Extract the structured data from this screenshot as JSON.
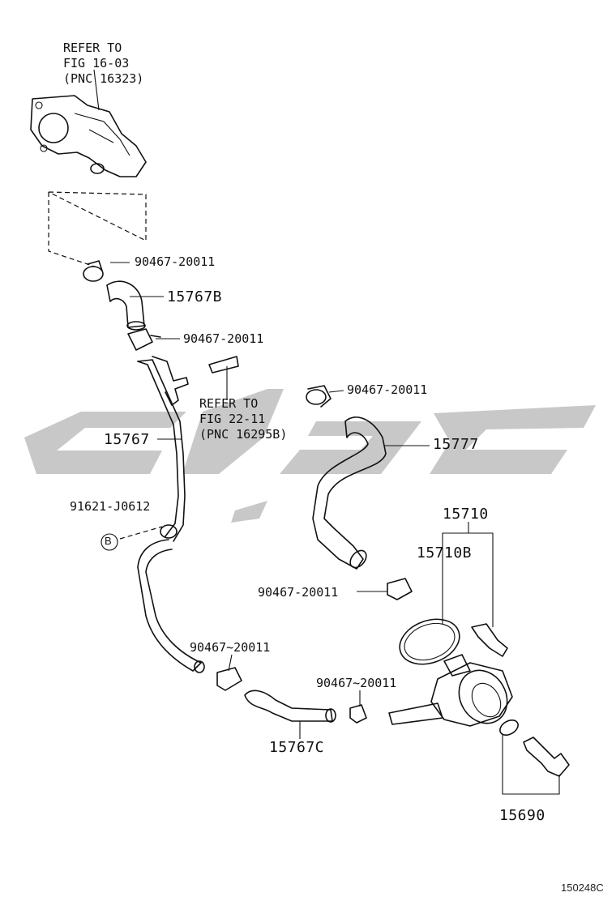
{
  "refs": {
    "ref1": [
      "REFER TO",
      "FIG 16-03",
      "(PNC 16323)"
    ],
    "ref2": [
      "REFER TO",
      "FIG 22-11",
      "(PNC 16295B)"
    ]
  },
  "parts": {
    "clamp_1": "90467-20011",
    "hose_15767B": "15767B",
    "clamp_2": "90467-20011",
    "pipe_15767": "15767",
    "bolt_91621": "91621-J0612",
    "callout_b": "B",
    "clamp_3": "90467-20011",
    "hose_15777": "15777",
    "clamp_4": "90467-20011",
    "cooler_15710": "15710",
    "gasket_15710B": "15710B",
    "clamp_5": "90467~20011",
    "clamp_6": "90467~20011",
    "hose_15767C": "15767C",
    "union_15690": "15690"
  },
  "figure_id": "150248C"
}
